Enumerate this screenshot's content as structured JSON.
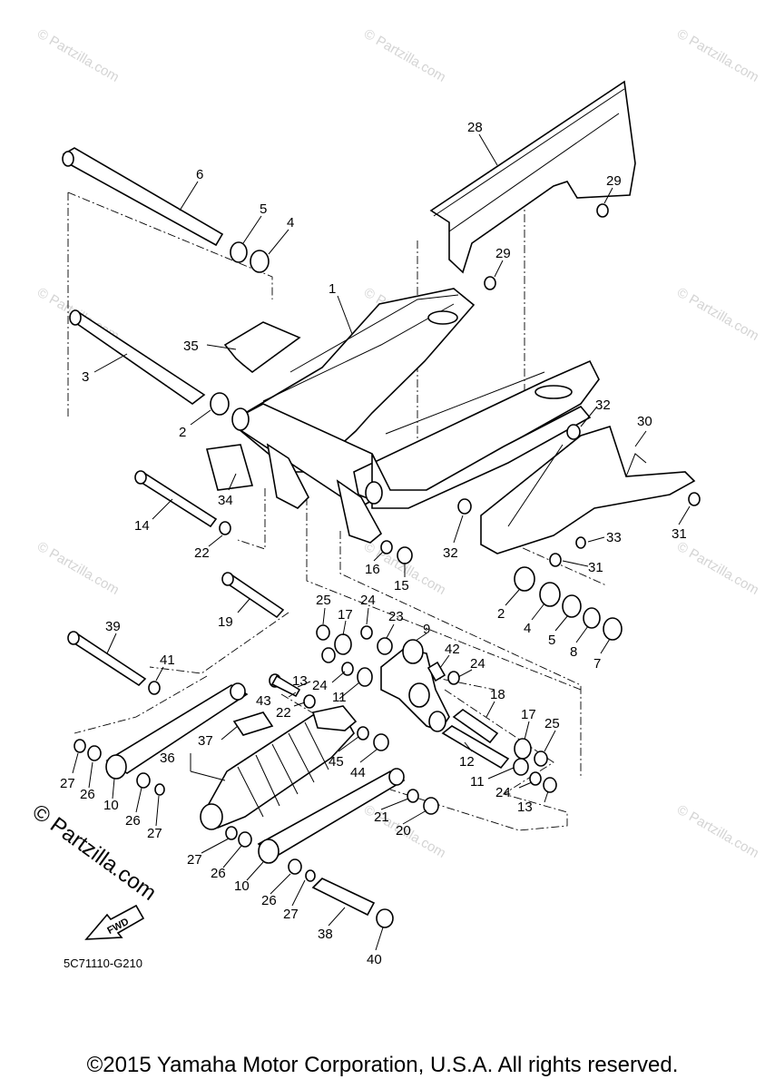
{
  "watermark": {
    "text": "© Partzilla.com",
    "large_text": "© Partzilla.com"
  },
  "diagram_code": "5C71110-G210",
  "fwd_label": "FWD",
  "copyright": "©2015 Yamaha Motor Corporation, U.S.A. All rights reserved.",
  "callouts": [
    {
      "id": "c28",
      "label": "28"
    },
    {
      "id": "c29a",
      "label": "29"
    },
    {
      "id": "c29b",
      "label": "29"
    },
    {
      "id": "c6",
      "label": "6"
    },
    {
      "id": "c5a",
      "label": "5"
    },
    {
      "id": "c4a",
      "label": "4"
    },
    {
      "id": "c1",
      "label": "1"
    },
    {
      "id": "c35",
      "label": "35"
    },
    {
      "id": "c3",
      "label": "3"
    },
    {
      "id": "c2a",
      "label": "2"
    },
    {
      "id": "c32a",
      "label": "32"
    },
    {
      "id": "c30",
      "label": "30"
    },
    {
      "id": "c34",
      "label": "34"
    },
    {
      "id": "c14",
      "label": "14"
    },
    {
      "id": "c22a",
      "label": "22"
    },
    {
      "id": "c16",
      "label": "16"
    },
    {
      "id": "c15",
      "label": "15"
    },
    {
      "id": "c32b",
      "label": "32"
    },
    {
      "id": "c33",
      "label": "33"
    },
    {
      "id": "c31a",
      "label": "31"
    },
    {
      "id": "c31b",
      "label": "31"
    },
    {
      "id": "c19",
      "label": "19"
    },
    {
      "id": "c25a",
      "label": "25"
    },
    {
      "id": "c24a",
      "label": "24"
    },
    {
      "id": "c17a",
      "label": "17"
    },
    {
      "id": "c23",
      "label": "23"
    },
    {
      "id": "c9",
      "label": "9"
    },
    {
      "id": "c2b",
      "label": "2"
    },
    {
      "id": "c4b",
      "label": "4"
    },
    {
      "id": "c5b",
      "label": "5"
    },
    {
      "id": "c8",
      "label": "8"
    },
    {
      "id": "c7",
      "label": "7"
    },
    {
      "id": "c39",
      "label": "39"
    },
    {
      "id": "c41",
      "label": "41"
    },
    {
      "id": "c42",
      "label": "42"
    },
    {
      "id": "c24b",
      "label": "24"
    },
    {
      "id": "c13a",
      "label": "13"
    },
    {
      "id": "c24c",
      "label": "24"
    },
    {
      "id": "c43",
      "label": "43"
    },
    {
      "id": "c22b",
      "label": "22"
    },
    {
      "id": "c11a",
      "label": "11"
    },
    {
      "id": "c18",
      "label": "18"
    },
    {
      "id": "c37",
      "label": "37"
    },
    {
      "id": "c17b",
      "label": "17"
    },
    {
      "id": "c25b",
      "label": "25"
    },
    {
      "id": "c36",
      "label": "36"
    },
    {
      "id": "c45",
      "label": "45"
    },
    {
      "id": "c44",
      "label": "44"
    },
    {
      "id": "c12",
      "label": "12"
    },
    {
      "id": "c11b",
      "label": "11"
    },
    {
      "id": "c24d",
      "label": "24"
    },
    {
      "id": "c13b",
      "label": "13"
    },
    {
      "id": "c27a",
      "label": "27"
    },
    {
      "id": "c26a",
      "label": "26"
    },
    {
      "id": "c10a",
      "label": "10"
    },
    {
      "id": "c26b",
      "label": "26"
    },
    {
      "id": "c27b",
      "label": "27"
    },
    {
      "id": "c21",
      "label": "21"
    },
    {
      "id": "c20",
      "label": "20"
    },
    {
      "id": "c27c",
      "label": "27"
    },
    {
      "id": "c26c",
      "label": "26"
    },
    {
      "id": "c10b",
      "label": "10"
    },
    {
      "id": "c26d",
      "label": "26"
    },
    {
      "id": "c27d",
      "label": "27"
    },
    {
      "id": "c38",
      "label": "38"
    },
    {
      "id": "c40",
      "label": "40"
    }
  ]
}
